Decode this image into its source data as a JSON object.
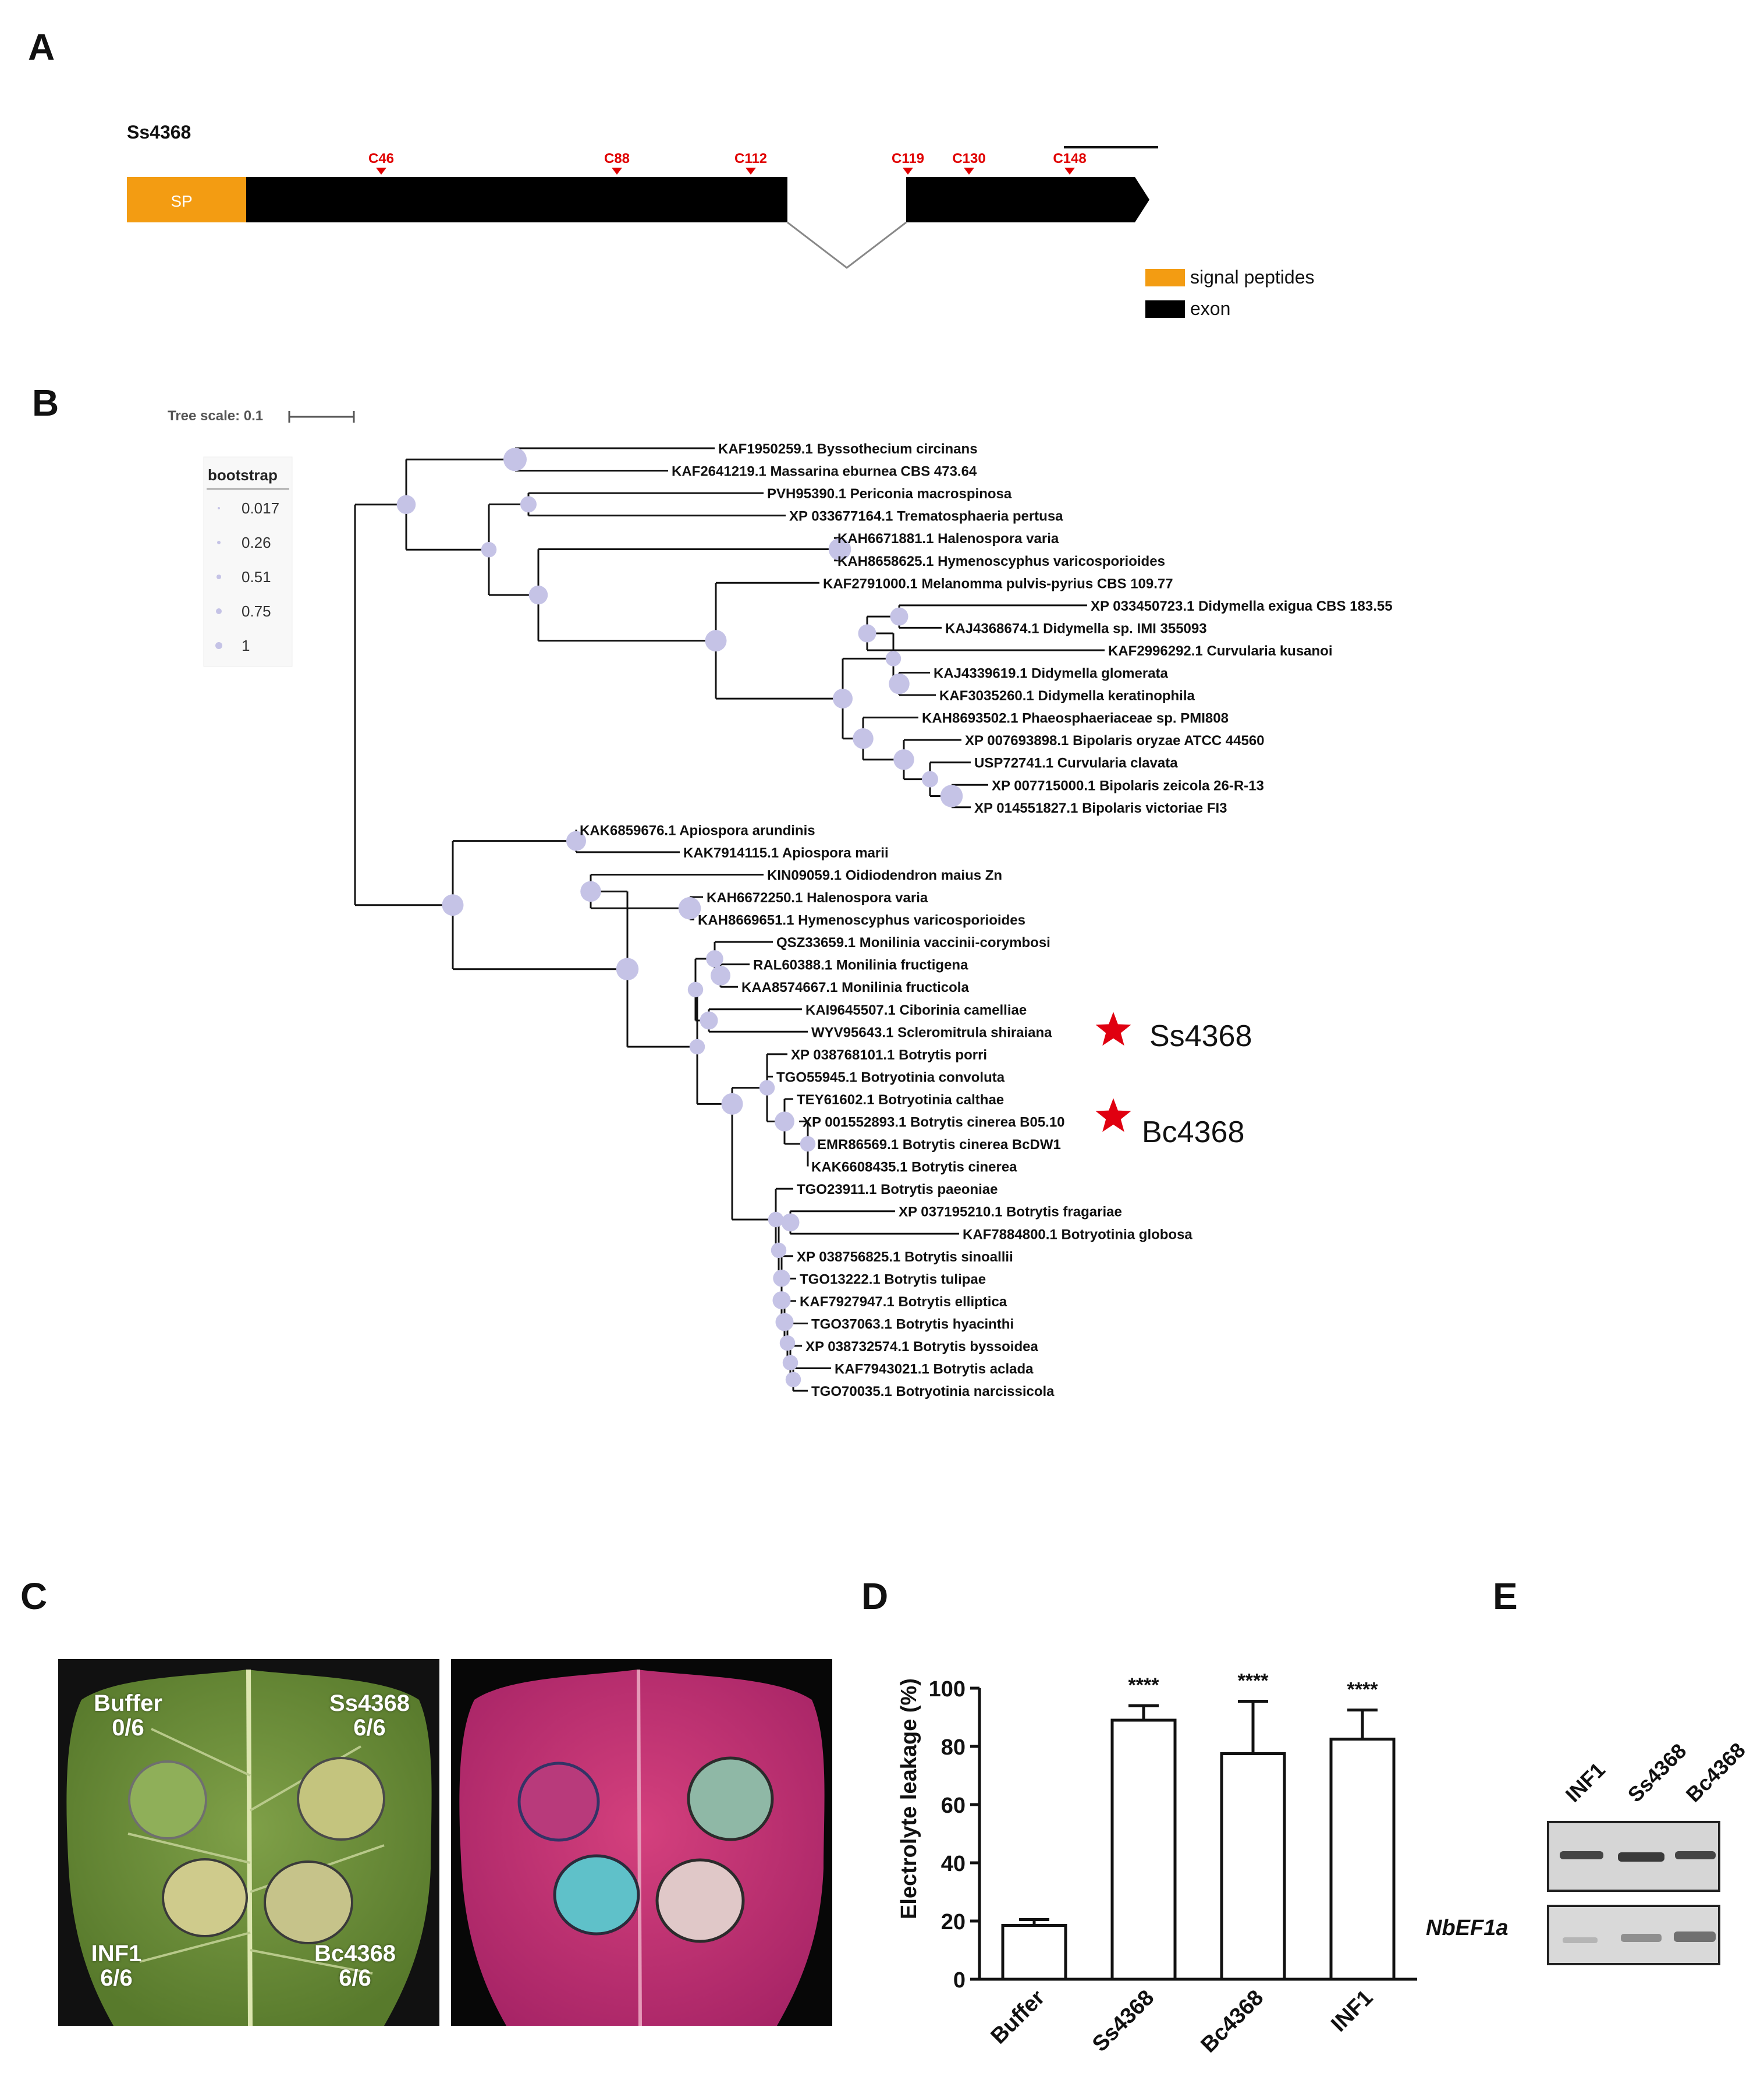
{
  "panels": {
    "a": "A",
    "b": "B",
    "c": "C",
    "d": "D",
    "e": "E"
  },
  "gene": {
    "name": "Ss4368",
    "sp_label": "SP",
    "cysteines": [
      "C46",
      "C88",
      "C112",
      "C119",
      "C130",
      "C148"
    ],
    "legend": {
      "signal": "signal peptides",
      "exon": "exon"
    },
    "colors": {
      "sp": "#f39c12",
      "exon": "#000000",
      "marker": "#e00000"
    }
  },
  "tree": {
    "scale_label": "Tree scale: 0.1",
    "legend_title": "bootstrap",
    "legend_values": [
      "0.017",
      "0.26",
      "0.51",
      "0.75",
      "1"
    ],
    "node_color": "#c5c3e6",
    "taxa": [
      "KAF1950259.1 Byssothecium circinans",
      "KAF2641219.1 Massarina eburnea CBS 473.64",
      "PVH95390.1 Periconia macrospinosa",
      "XP 033677164.1 Trematosphaeria pertusa",
      "KAH6671881.1 Halenospora varia",
      "KAH8658625.1 Hymenoscyphus varicosporioides",
      "KAF2791000.1 Melanomma pulvis-pyrius CBS 109.77",
      "XP 033450723.1 Didymella exigua CBS 183.55",
      "KAJ4368674.1 Didymella sp. IMI 355093",
      "KAF2996292.1 Curvularia kusanoi",
      "KAJ4339619.1 Didymella glomerata",
      "KAF3035260.1 Didymella keratinophila",
      "KAH8693502.1 Phaeosphaeriaceae sp. PMI808",
      "XP 007693898.1 Bipolaris oryzae ATCC 44560",
      "USP72741.1 Curvularia clavata",
      "XP 007715000.1 Bipolaris zeicola 26-R-13",
      "XP 014551827.1 Bipolaris victoriae FI3",
      "KAK6859676.1 Apiospora arundinis",
      "KAK7914115.1 Apiospora marii",
      "KIN09059.1 Oidiodendron maius Zn",
      "KAH6672250.1 Halenospora varia",
      "KAH8669651.1 Hymenoscyphus varicosporioides",
      "QSZ33659.1 Monilinia vaccinii-corymbosi",
      "RAL60388.1 Monilinia fructigena",
      "KAA8574667.1 Monilinia fructicola",
      "KAI9645507.1 Ciborinia camelliae",
      "WYV95643.1 Scleromitrula shiraiana",
      "XP 038768101.1 Botrytis porri",
      "TGO55945.1 Botryotinia convoluta",
      "TEY61602.1 Botryotinia calthae",
      "XP 001552893.1 Botrytis cinerea B05.10",
      "EMR86569.1 Botrytis cinerea BcDW1",
      "KAK6608435.1 Botrytis cinerea",
      "TGO23911.1 Botrytis paeoniae",
      "XP 037195210.1 Botrytis fragariae",
      "KAF7884800.1 Botryotinia globosa",
      "XP 038756825.1 Botrytis sinoallii",
      "TGO13222.1 Botrytis tulipae",
      "KAF7927947.1 Botrytis elliptica",
      "TGO37063.1 Botrytis hyacinthi",
      "XP 038732574.1 Botrytis byssoidea",
      "KAF7943021.1 Botrytis aclada",
      "TGO70035.1 Botryotinia narcissicola"
    ],
    "highlight_1": "Ss4368",
    "highlight_2": "Bc4368"
  },
  "leaf": {
    "buffer": "Buffer",
    "buffer_count": "0/6",
    "ss": "Ss4368",
    "ss_count": "6/6",
    "inf": "INF1",
    "inf_count": "6/6",
    "bc": "Bc4368",
    "bc_count": "6/6"
  },
  "chart_data": {
    "type": "bar",
    "categories": [
      "Buffer",
      "Ss4368",
      "Bc4368",
      "INF1"
    ],
    "values": [
      18.5,
      89,
      77.5,
      82.5
    ],
    "errors": [
      2,
      5,
      18,
      10
    ],
    "significance": [
      "",
      "****",
      "****",
      "****"
    ],
    "ylabel": "Electrolyte leakage (%)",
    "ylim": [
      0,
      100
    ],
    "yticks": [
      0,
      20,
      40,
      60,
      80,
      100
    ]
  },
  "gel": {
    "lanes": [
      "INF1",
      "Ss4368",
      "Bc4368"
    ],
    "label": "NbEF1a"
  }
}
